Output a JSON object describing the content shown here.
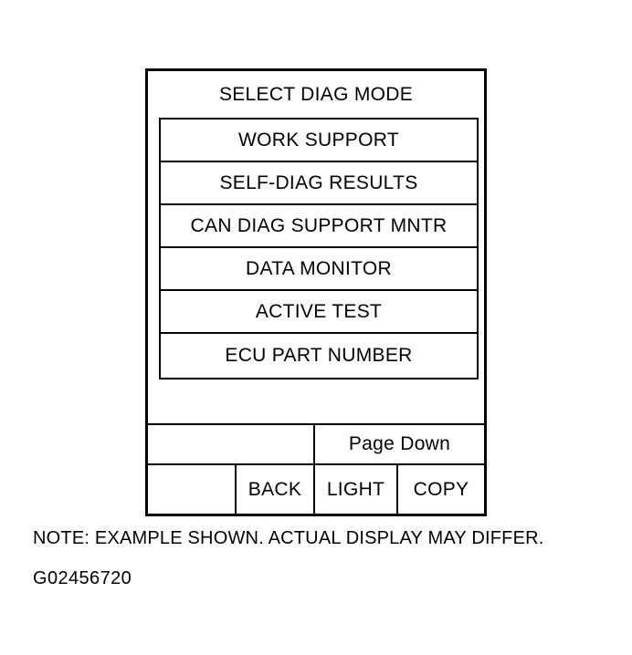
{
  "screen": {
    "title": "SELECT DIAG MODE",
    "menu_items": [
      "WORK SUPPORT",
      "SELF-DIAG RESULTS",
      "CAN DIAG SUPPORT MNTR",
      "DATA MONITOR",
      "ACTIVE TEST",
      "ECU PART NUMBER"
    ],
    "softkeys": {
      "page_down": "Page Down",
      "blank": "",
      "back": "BACK",
      "light": "LIGHT",
      "copy": "COPY"
    }
  },
  "caption": {
    "note": "NOTE: EXAMPLE SHOWN. ACTUAL DISPLAY MAY DIFFER.",
    "figure_id": "G02456720"
  }
}
